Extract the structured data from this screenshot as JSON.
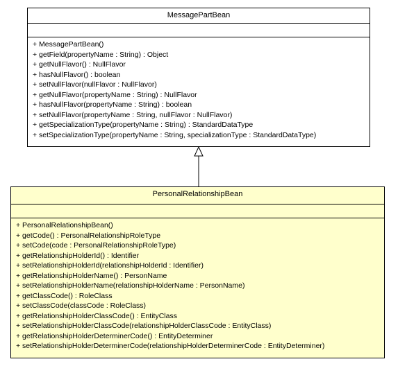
{
  "parent_class": {
    "name": "MessagePartBean",
    "operations": [
      "+ MessagePartBean()",
      "+ getField(propertyName : String) : Object",
      "+ getNullFlavor() : NullFlavor",
      "+ hasNullFlavor() : boolean",
      "+ setNullFlavor(nullFlavor : NullFlavor)",
      "+ getNullFlavor(propertyName : String) : NullFlavor",
      "+ hasNullFlavor(propertyName : String) : boolean",
      "+ setNullFlavor(propertyName : String, nullFlavor : NullFlavor)",
      "+ getSpecializationType(propertyName : String) : StandardDataType",
      "+ setSpecializationType(propertyName : String, specializationType : StandardDataType)"
    ]
  },
  "child_class": {
    "name": "PersonalRelationshipBean",
    "operations": [
      "+ PersonalRelationshipBean()",
      "+ getCode() : PersonalRelationshipRoleType",
      "+ setCode(code : PersonalRelationshipRoleType)",
      "+ getRelationshipHolderId() : Identifier",
      "+ setRelationshipHolderId(relationshipHolderId : Identifier)",
      "+ getRelationshipHolderName() : PersonName",
      "+ setRelationshipHolderName(relationshipHolderName : PersonName)",
      "+ getClassCode() : RoleClass",
      "+ setClassCode(classCode : RoleClass)",
      "+ getRelationshipHolderClassCode() : EntityClass",
      "+ setRelationshipHolderClassCode(relationshipHolderClassCode : EntityClass)",
      "+ getRelationshipHolderDeterminerCode() : EntityDeterminer",
      "+ setRelationshipHolderDeterminerCode(relationshipHolderDeterminerCode : EntityDeterminer)"
    ]
  },
  "colors": {
    "parent_fill": "#ffffff",
    "child_fill": "#ffffcc",
    "border": "#000000"
  }
}
